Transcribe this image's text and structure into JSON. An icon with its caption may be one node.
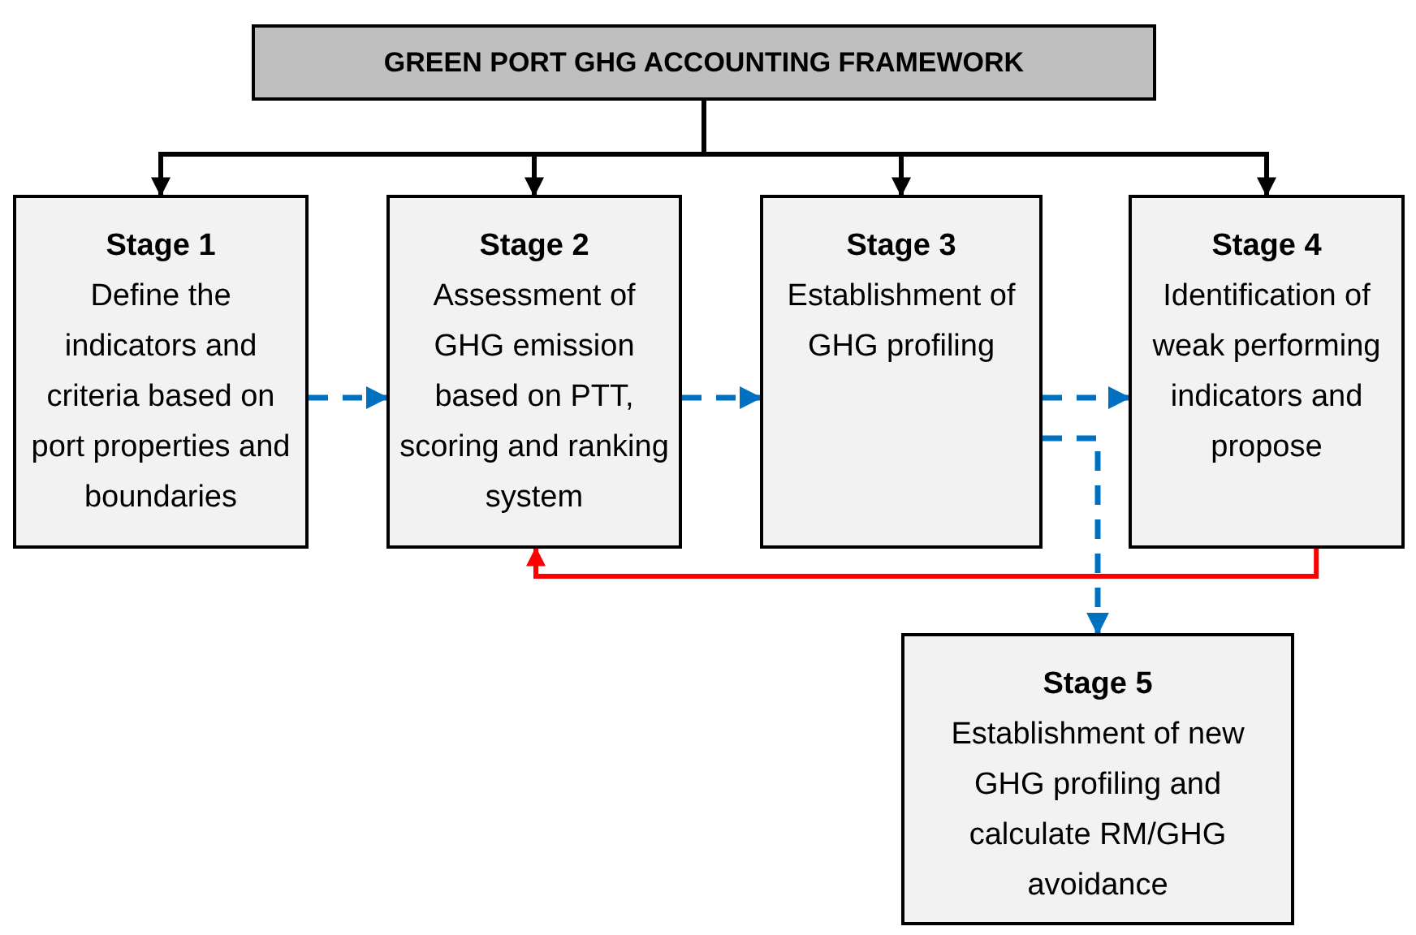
{
  "diagram": {
    "nodes": [
      {
        "text": [
          "GREEN PORT GHG ACCOUNTING FRAMEWORK"
        ]
      },
      {
        "text": [
          "Stage 1",
          "Define the indicators and criteria based on port properties and boundaries"
        ]
      },
      {
        "text": [
          "Stage 2",
          "Assessment of GHG emission based on PTT, scoring and ranking system"
        ]
      },
      {
        "text": [
          "Stage 3",
          "Establishment of GHG profiling"
        ]
      },
      {
        "text": [
          "Stage 4",
          "Identification of weak performing indicators and propose"
        ]
      },
      {
        "text": [
          "Stage 5",
          "Establishment of new GHG profiling and calculate RM/GHG avoidance"
        ]
      }
    ],
    "edges": [
      {
        "from": 0,
        "to": 1,
        "arrow": "to"
      },
      {
        "from": 0,
        "to": 2,
        "arrow": "to"
      },
      {
        "from": 0,
        "to": 3,
        "arrow": "to"
      },
      {
        "from": 0,
        "to": 4,
        "arrow": "to"
      },
      {
        "from": 1,
        "to": 2,
        "arrow": "to",
        "style": "dashed",
        "color": "#0070c0"
      },
      {
        "from": 2,
        "to": 3,
        "arrow": "to",
        "style": "dashed",
        "color": "#0070c0"
      },
      {
        "from": 3,
        "to": 4,
        "arrow": "to",
        "style": "dashed",
        "color": "#0070c0"
      },
      {
        "from": 3,
        "to": 5,
        "arrow": "to",
        "style": "dashed",
        "color": "#0070c0"
      },
      {
        "from": 4,
        "to": 2,
        "arrow": "to",
        "color": "#ff0000"
      }
    ]
  }
}
